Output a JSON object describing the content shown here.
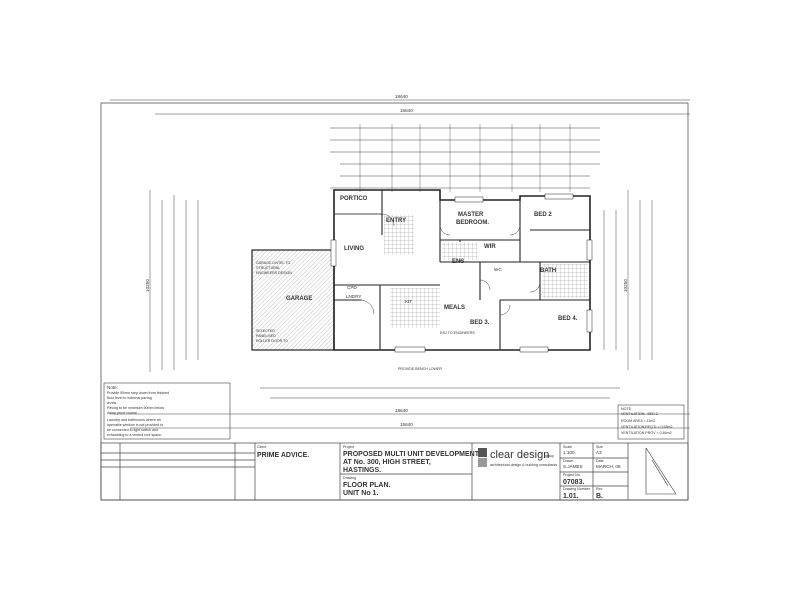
{
  "project": {
    "label": "Project",
    "line1": "PROPOSED MULTI UNIT DEVELOPMENT",
    "line2": "AT No. 300, HIGH STREET,",
    "line3": "HASTINGS."
  },
  "client": {
    "label": "Client",
    "name": "PRIME ADVICE."
  },
  "drawing": {
    "label": "Drawing",
    "line1": "FLOOR PLAN.",
    "line2": "UNIT No 1."
  },
  "firm": {
    "name": "clear design",
    "suffix": "group",
    "tagline": "architectural design & building consultants"
  },
  "meta": {
    "scale_label": "Scale",
    "scale": "1:100.",
    "sheet_label": "Size",
    "sheet": "A3",
    "drawn_label": "Drawn",
    "drawn": "S.JAMES",
    "date_label": "Date",
    "date": "MARCH, 08",
    "project_no_label": "Project No.",
    "project_no": "07083.",
    "drawing_no_label": "Drawing Number",
    "drawing_no": "1.01.",
    "rev_label": "Rev",
    "rev": "B."
  },
  "rooms": {
    "portico": "PORTICO",
    "entry": "ENTRY",
    "master": "MASTER",
    "bedroom": "BEDROOM.",
    "living": "LIVING",
    "garage": "GARAGE",
    "laundry": "LNDRY",
    "meals": "MEALS",
    "kitchen": "KIT",
    "bed2": "BED 2",
    "bed3": "BED 3.",
    "bed4": "BED 4.",
    "bath": "BATH",
    "ens": "ENS",
    "wir": "WIR",
    "wc": "WC",
    "cpd": "CPD"
  },
  "labels": {
    "portico_note": "PORTICO",
    "garage_note1": "GARAGE LINTEL TO",
    "garage_note2": "STRUCTURAL",
    "garage_note3": "ENGINEERS DESIGN.",
    "garage_note4": "SELECTED",
    "garage_note5": "PANELISED",
    "garage_note6": "ROLLER DOOR TO",
    "provide_note": "PROVIDE BENCH LOWER",
    "rsj_note": "RSJ TO ENGINEERS"
  },
  "dims": {
    "top_overall": "18640",
    "top_sub": "15640",
    "bottom_overall": "18640",
    "bottom_sub": "15640",
    "left_overall": "10250",
    "right_overall": "10250"
  },
  "notes_left": {
    "title": "Note:",
    "line1": "Provide 50mm step down from finished",
    "line2": "floor level to external paving",
    "line3": "levels.",
    "line4": "Paving to be minimum 50mm below",
    "line5": "damp proof course."
  },
  "notes_left2": {
    "line1": "Laundry and bathrooms where an",
    "line2": "openable window is not provided to",
    "line3": "be connected to light switch and",
    "line4": "exhausting to a vented roof space."
  },
  "ventilation": {
    "title": "NOTE",
    "line1": "VENTILATION - BED 2",
    "line2": "ROOM AREA = 11m2",
    "line3": "VENTILATION REQ'D = 0.55m2",
    "line4": "VENTILATION PROV = 0.84m2"
  },
  "colors": {
    "line": "#3a3a3a",
    "hatch": "#666666",
    "paper": "#ffffff"
  }
}
